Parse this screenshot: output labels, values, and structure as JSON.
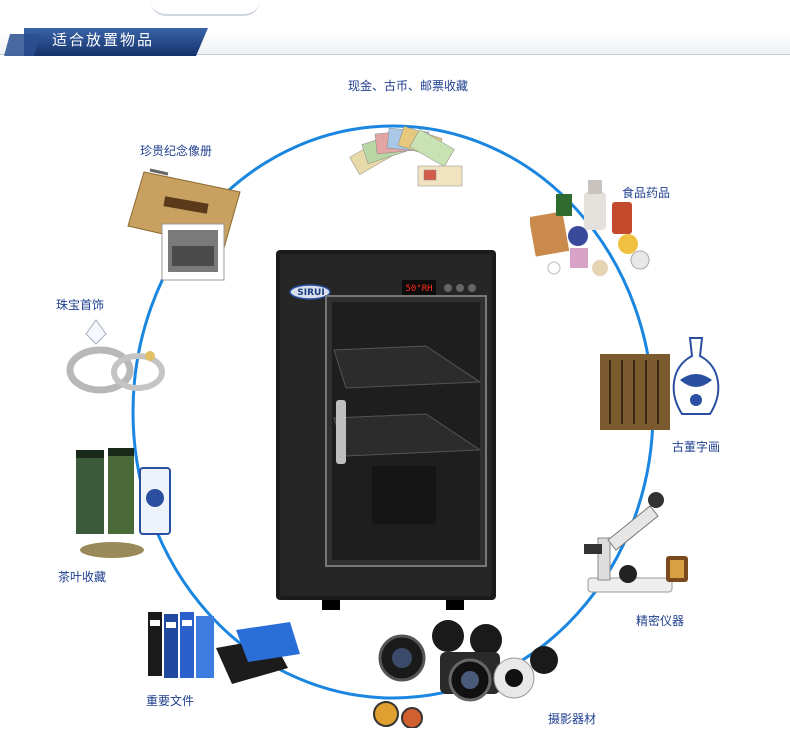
{
  "section": {
    "title": "适合放置物品"
  },
  "cabinet": {
    "brand": "SIRUI",
    "display": "50°RH"
  },
  "items": [
    {
      "id": "cash",
      "label": "现金、古币、邮票收藏",
      "icon": "banknote-stack-icon"
    },
    {
      "id": "food",
      "label": "食品药品",
      "icon": "medicine-bottles-icon"
    },
    {
      "id": "antique",
      "label": "古董字画",
      "icon": "porcelain-vase-icon"
    },
    {
      "id": "instrument",
      "label": "精密仪器",
      "icon": "microscope-icon"
    },
    {
      "id": "camera",
      "label": "摄影器材",
      "icon": "camera-lens-icon"
    },
    {
      "id": "documents",
      "label": "重要文件",
      "icon": "file-folder-icon"
    },
    {
      "id": "tea",
      "label": "茶叶收藏",
      "icon": "tea-canister-icon"
    },
    {
      "id": "jewelry",
      "label": "珠宝首饰",
      "icon": "diamond-ring-icon"
    },
    {
      "id": "album",
      "label": "珍贵纪念像册",
      "icon": "photo-album-icon"
    }
  ],
  "colors": {
    "circle": "#1a86e0",
    "banner": "#1d3f80",
    "label": "#1f3f8f"
  }
}
